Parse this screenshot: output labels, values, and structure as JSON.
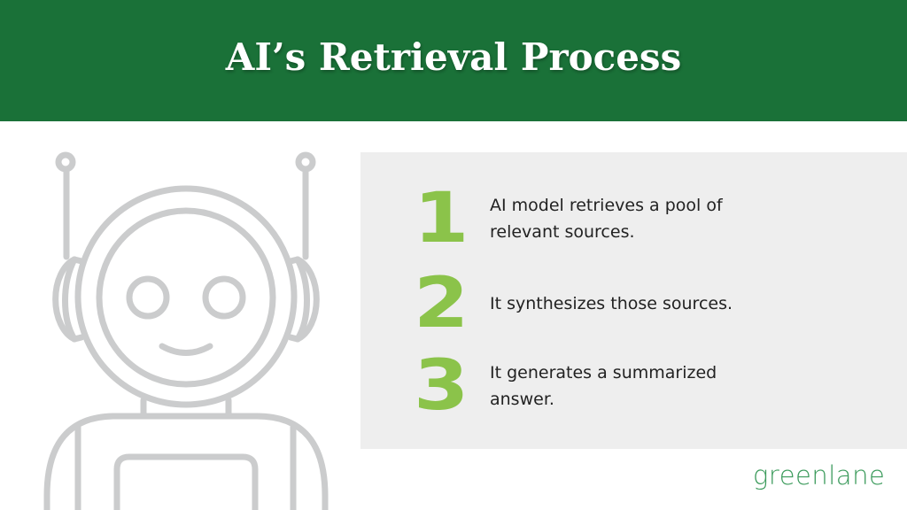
{
  "header": {
    "title": "AI’s Retrieval Process"
  },
  "steps": [
    {
      "number": "1",
      "text": "AI model retrieves a pool of relevant sources."
    },
    {
      "number": "2",
      "text": "It synthesizes those sources."
    },
    {
      "number": "3",
      "text": "It generates a summarized answer."
    }
  ],
  "logo": "greenlane",
  "colors": {
    "header": "#1a7138",
    "accent": "#8bc34a",
    "robot": "#cbcccd",
    "panel": "#eeeeee"
  }
}
